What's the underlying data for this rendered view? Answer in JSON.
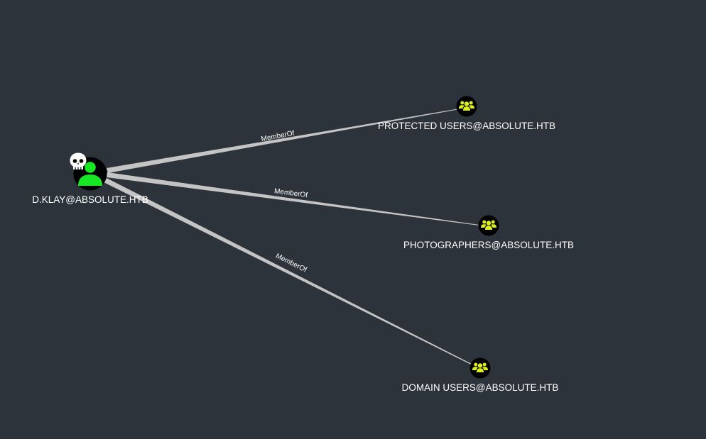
{
  "graph": {
    "source": {
      "label": "D.KLAY@ABSOLUTE.HTB",
      "type": "user",
      "owned": true,
      "icon": "user-icon",
      "badge_icon": "skull-icon",
      "icon_color": "#17e625"
    },
    "targets": [
      {
        "label": "PROTECTED USERS@ABSOLUTE.HTB",
        "type": "group",
        "icon": "group-icon",
        "icon_color": "#dbee1f"
      },
      {
        "label": "PHOTOGRAPHERS@ABSOLUTE.HTB",
        "type": "group",
        "icon": "group-icon",
        "icon_color": "#dbee1f"
      },
      {
        "label": "DOMAIN USERS@ABSOLUTE.HTB",
        "type": "group",
        "icon": "group-icon",
        "icon_color": "#dbee1f"
      }
    ],
    "edges": [
      {
        "label": "MemberOf",
        "from": "D.KLAY@ABSOLUTE.HTB",
        "to": "PROTECTED USERS@ABSOLUTE.HTB"
      },
      {
        "label": "MemberOf",
        "from": "D.KLAY@ABSOLUTE.HTB",
        "to": "PHOTOGRAPHERS@ABSOLUTE.HTB"
      },
      {
        "label": "MemberOf",
        "from": "D.KLAY@ABSOLUTE.HTB",
        "to": "DOMAIN USERS@ABSOLUTE.HTB"
      }
    ],
    "colors": {
      "background": "#2d333a",
      "edge": "#c4c4c4",
      "node_fill": "#000000",
      "text": "#ffffff"
    }
  }
}
